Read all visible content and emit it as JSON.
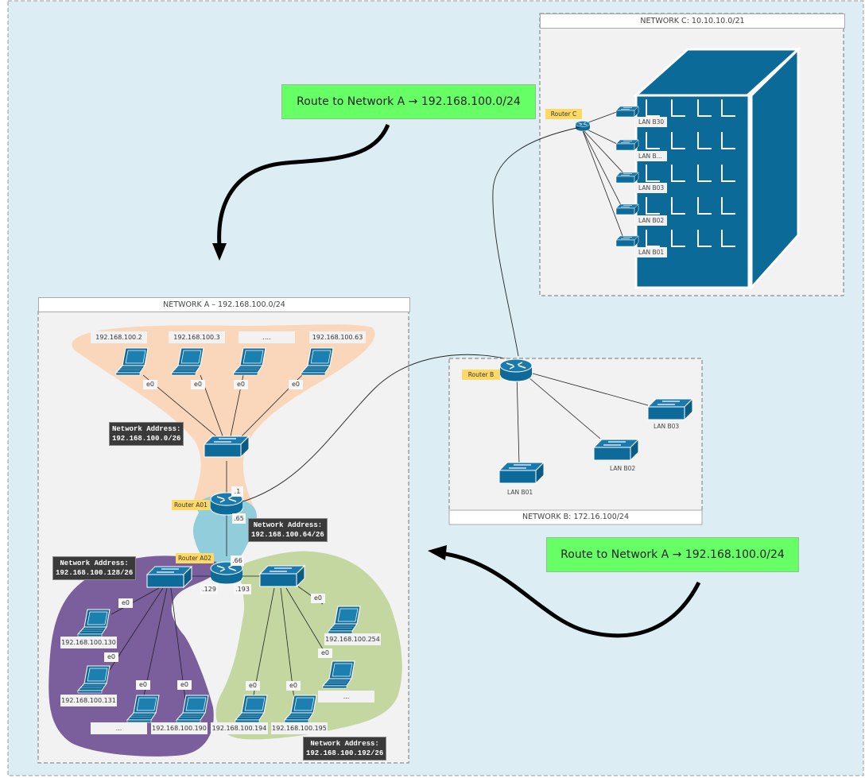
{
  "colors": {
    "background": "#dceef4",
    "panel": "#f2f2f2",
    "device": "#0e6b99",
    "route_box": "#66ff66",
    "label_yellow": "#ffd966",
    "subnet_orange": "#fad7bb",
    "subnet_blue": "#92cddc",
    "subnet_purple": "#7b5e9c",
    "subnet_green": "#c4d7a0",
    "dark_label": "#3a3a3a"
  },
  "route_labels": {
    "top": "Route to Network A → 192.168.100.0/24",
    "bottom": "Route to Network A → 192.168.100.0/24"
  },
  "network_a": {
    "title": "NETWORK A – 192.168.100.0/24",
    "routers": {
      "a01": "Router A01",
      "a02": "Router A02"
    },
    "interfaces": {
      "a01_top": ".1",
      "a01_bottom": ".65",
      "a02_top": ".66",
      "a02_left": ".129",
      "a02_right": ".193"
    },
    "subnets": {
      "orange": {
        "network_address_line1": "Network Address:",
        "network_address_line2": "192.168.100.0/26",
        "hosts": [
          "192.168.100.2",
          "192.168.100.3",
          "....",
          "192.168.100.63"
        ],
        "iface": "e0"
      },
      "blue": {
        "network_address_line1": "Network Address:",
        "network_address_line2": "192.168.100.64/26"
      },
      "purple": {
        "network_address_line1": "Network Address:",
        "network_address_line2": "192.168.100.128/26",
        "hosts": [
          "192.168.100.130",
          "192.168.100.131",
          "...",
          "192.168.100.190"
        ],
        "iface": "e0"
      },
      "green": {
        "network_address_line1": "Network Address:",
        "network_address_line2": "192.168.100.192/26",
        "hosts": [
          "192.168.100.194",
          "192.168.100.195",
          "...",
          "192.168.100.254"
        ],
        "iface": "e0"
      }
    }
  },
  "network_b": {
    "title": "NETWORK B: 172.16.100/24",
    "router": "Router B",
    "lans": [
      "LAN B01",
      "LAN B02",
      "LAN B03"
    ]
  },
  "network_c": {
    "title": "NETWORK C: 10.10.10.0/21",
    "router": "Router C",
    "lans": [
      "LAN B30",
      "LAN B...",
      "LAN B03",
      "LAN B02",
      "LAN B01"
    ]
  }
}
